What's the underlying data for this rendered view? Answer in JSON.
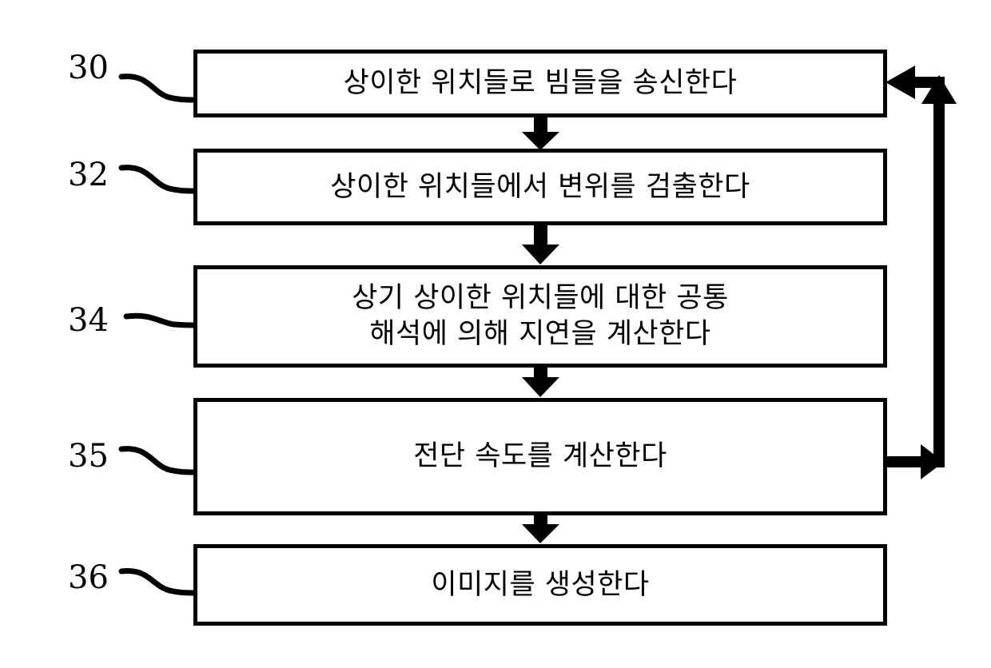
{
  "figure": {
    "type": "process-flowchart",
    "orientation": "vertical",
    "language": "ko",
    "line_color": "#000000",
    "background_color": "#ffffff",
    "steps": [
      {
        "ref": "30",
        "text": "상이한 위치들로 빔들을 송신한다",
        "lines": 1
      },
      {
        "ref": "32",
        "text": "상이한 위치들에서 변위를 검출한다",
        "lines": 1
      },
      {
        "ref": "34",
        "text": "상기 상이한 위치들에 대한 공통\n해석에 의해 지연을 계산한다",
        "lines": 2
      },
      {
        "ref": "35",
        "text": "전단 속도를 계산한다",
        "lines": 1
      },
      {
        "ref": "36",
        "text": "이미지를 생성한다",
        "lines": 1
      }
    ],
    "connectors": {
      "sequential_arrow_direction": "down",
      "feedback_from_ref": "35",
      "feedback_to_ref": "30",
      "feedback_path": "right-up-left"
    }
  }
}
